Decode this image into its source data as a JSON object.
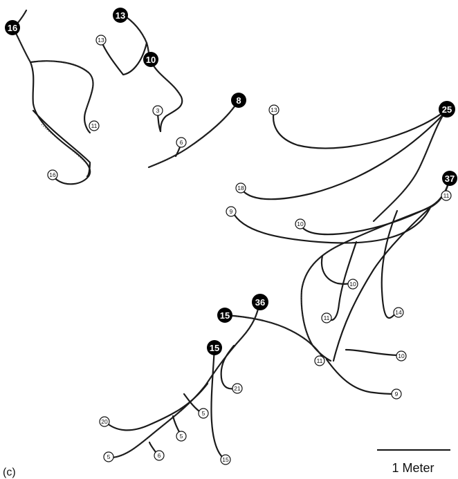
{
  "panel_label": "(c)",
  "scale_bar": {
    "label": "1 Meter"
  },
  "nodes_big": [
    "16",
    "13",
    "10",
    "8",
    "25",
    "37",
    "36",
    "15",
    "15"
  ],
  "nodes_small": [
    "13",
    "11",
    "16",
    "3",
    "6",
    "13",
    "18",
    "9",
    "10",
    "11",
    "10",
    "11",
    "14",
    "10",
    "11",
    "9",
    "21",
    "20",
    "5",
    "5",
    "5",
    "6",
    "15"
  ]
}
